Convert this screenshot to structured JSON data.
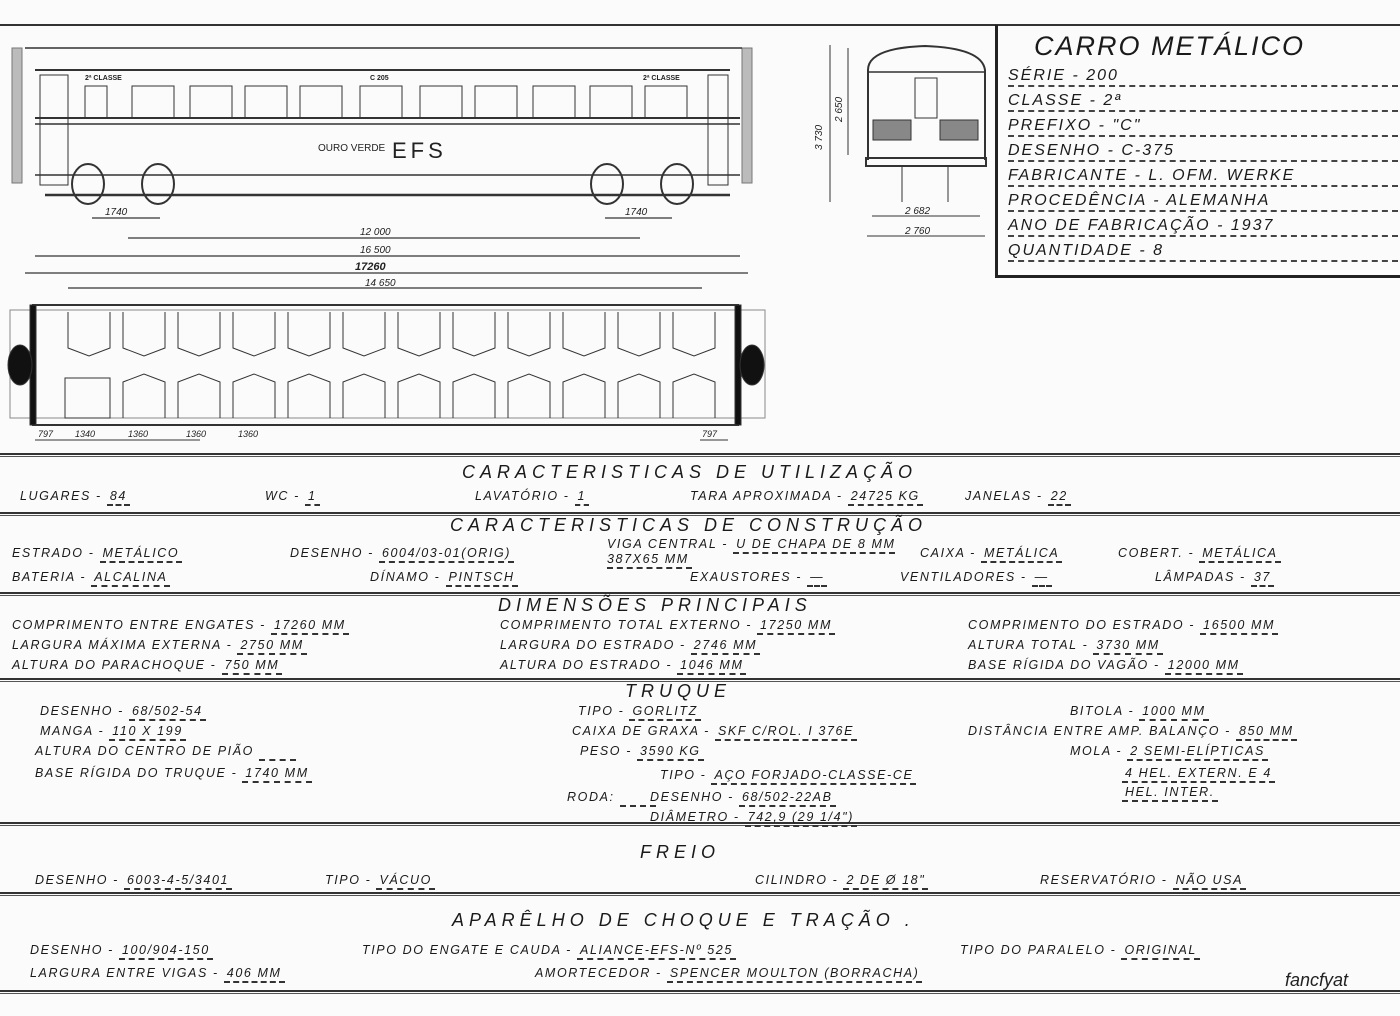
{
  "title_block": {
    "title": "CARRO METÁLICO",
    "rows": [
      {
        "label": "SÉRIE",
        "value": "200"
      },
      {
        "label": "CLASSE",
        "value": "2ª"
      },
      {
        "label": "PREFIXO",
        "value": "\"C\""
      },
      {
        "label": "DESENHO",
        "value": "C-375"
      },
      {
        "label": "FABRICANTE",
        "value": "L. OFM. WERKE"
      },
      {
        "label": "PROCEDÊNCIA",
        "value": "ALEMANHA"
      },
      {
        "label": "ANO DE FABRICAÇÃO",
        "value": "1937"
      },
      {
        "label": "QUANTIDADE",
        "value": "8"
      }
    ]
  },
  "side_view": {
    "class_label_left": "2ª CLASSE",
    "car_number": "C 205",
    "class_label_right": "2ª CLASSE",
    "logo": "EFS",
    "logo_name": "OURO VERDE",
    "dims": {
      "bogie_left": "1740",
      "bogie_right": "1740",
      "rigid_base": "12 000",
      "frame": "16 500",
      "coupler": "17260",
      "body": "14 650"
    }
  },
  "end_view": {
    "dims": {
      "height_total": "3 730",
      "height_body": "2 650",
      "width_frame": "2 682",
      "width_max": "2 760"
    }
  },
  "plan_view": {
    "dims": [
      "797",
      "1340",
      "1360",
      "1360",
      "1360"
    ],
    "dim_right": "797"
  },
  "sections": [
    {
      "title": "CARACTERISTICAS DE UTILIZAÇÃO",
      "fields": [
        {
          "label": "LUGARES",
          "value": "84"
        },
        {
          "label": "WC",
          "value": "1"
        },
        {
          "label": "LAVATÓRIO",
          "value": "1"
        },
        {
          "label": "TARA APROXIMADA",
          "value": "24725 kg"
        },
        {
          "label": "JANELAS",
          "value": "22"
        }
      ]
    },
    {
      "title": "CARACTERISTICAS DE CONSTRUÇÃO",
      "fields": [
        {
          "label": "ESTRADO",
          "value": "METÁLICO"
        },
        {
          "label": "DESENHO",
          "value": "6004/03-01(ORIG)"
        },
        {
          "label": "VIGA CENTRAL",
          "value": "U DE CHAPA DE 8 mm 387X65 mm"
        },
        {
          "label": "CAIXA",
          "value": "METÁLICA"
        },
        {
          "label": "COBERT.",
          "value": "METÁLICA"
        },
        {
          "label": "BATERIA",
          "value": "ALCALINA"
        },
        {
          "label": "DÍNAMO",
          "value": "PINTSCH"
        },
        {
          "label": "EXAUSTORES",
          "value": "—"
        },
        {
          "label": "VENTILADORES",
          "value": "—"
        },
        {
          "label": "LÂMPADAS",
          "value": "37"
        }
      ]
    },
    {
      "title": "DIMENSÕES PRINCIPAIS",
      "fields": [
        {
          "label": "COMPRIMENTO ENTRE ENGATES",
          "value": "17260 mm"
        },
        {
          "label": "COMPRIMENTO TOTAL EXTERNO",
          "value": "17250 mm"
        },
        {
          "label": "COMPRIMENTO DO ESTRADO",
          "value": "16500 mm"
        },
        {
          "label": "LARGURA MÁXIMA EXTERNA",
          "value": "2750 mm"
        },
        {
          "label": "LARGURA DO ESTRADO",
          "value": "2746 mm"
        },
        {
          "label": "ALTURA TOTAL",
          "value": "3730 mm"
        },
        {
          "label": "ALTURA DO PARACHOQUE",
          "value": "750 mm"
        },
        {
          "label": "ALTURA DO ESTRADO",
          "value": "1046 mm"
        },
        {
          "label": "BASE RÍGIDA DO VAGÃO",
          "value": "12000 mm"
        }
      ]
    },
    {
      "title": "TRUQUE",
      "fields": [
        {
          "label": "DESENHO",
          "value": "68/502-54"
        },
        {
          "label": "TIPO",
          "value": "GORLITZ"
        },
        {
          "label": "BITOLA",
          "value": "1000 mm"
        },
        {
          "label": "MANGA",
          "value": "110 X 199"
        },
        {
          "label": "CAIXA DE GRAXA",
          "value": "SKF C/ROL. I 376E"
        },
        {
          "label": "DISTÂNCIA ENTRE AMP. BALANÇO",
          "value": "850 mm"
        },
        {
          "label": "ALTURA DO CENTRO DE PIÃO",
          "value": ""
        },
        {
          "label": "PESO",
          "value": "3590 kg"
        },
        {
          "label": "MOLA",
          "value": "2 SEMI-ELÍPTICAS"
        },
        {
          "label": "BASE RÍGIDA DO TRUQUE",
          "value": "1740 mm"
        },
        {
          "label": "TIPO",
          "value": "AÇO FORJADO-CLASSE-CE"
        },
        {
          "label": "",
          "value": "4 HEL. EXTERN. e 4"
        },
        {
          "label": "",
          "value": "HEL. INTER."
        },
        {
          "label": "RODA:",
          "value": ""
        },
        {
          "label": "DESENHO",
          "value": "68/502-22AB"
        },
        {
          "label": "DIÂMETRO",
          "value": "742,9 (29 1/4\")"
        }
      ]
    },
    {
      "title": "FREIO",
      "fields": [
        {
          "label": "DESENHO",
          "value": "6003-4-5/3401"
        },
        {
          "label": "TIPO",
          "value": "VÁCUO"
        },
        {
          "label": "CILINDRO",
          "value": "2 DE Ø 18\""
        },
        {
          "label": "RESERVATÓRIO",
          "value": "NÃO USA"
        }
      ]
    },
    {
      "title": "APARÊLHO DE CHOQUE E TRAÇÃO .",
      "fields": [
        {
          "label": "DESENHO",
          "value": "100/904-150"
        },
        {
          "label": "TIPO DO ENGATE E CAUDA",
          "value": "ALIANCE-EFS-Nº 525"
        },
        {
          "label": "TIPO DO PARALELO",
          "value": "ORIGINAL"
        },
        {
          "label": "LARGURA ENTRE VIGAS",
          "value": "406 mm"
        },
        {
          "label": "AMORTECEDOR",
          "value": "SPENCER MOULTON (BORRACHA)"
        }
      ]
    }
  ],
  "signature": "fancfyat"
}
